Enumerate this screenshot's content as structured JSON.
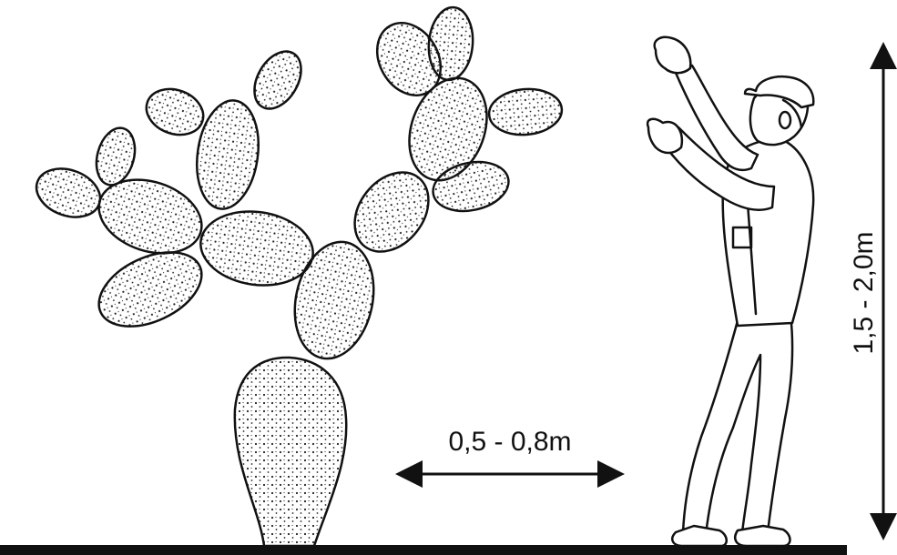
{
  "diagram": {
    "labels": {
      "spacing": "0,5 - 0,8m",
      "height": "1,5 - 2,0m"
    },
    "subjects": [
      "prickly-pear-cactus-illustration",
      "standing-worker-illustration"
    ],
    "colors": {
      "ink": "#111111",
      "background": "#ffffff"
    }
  }
}
